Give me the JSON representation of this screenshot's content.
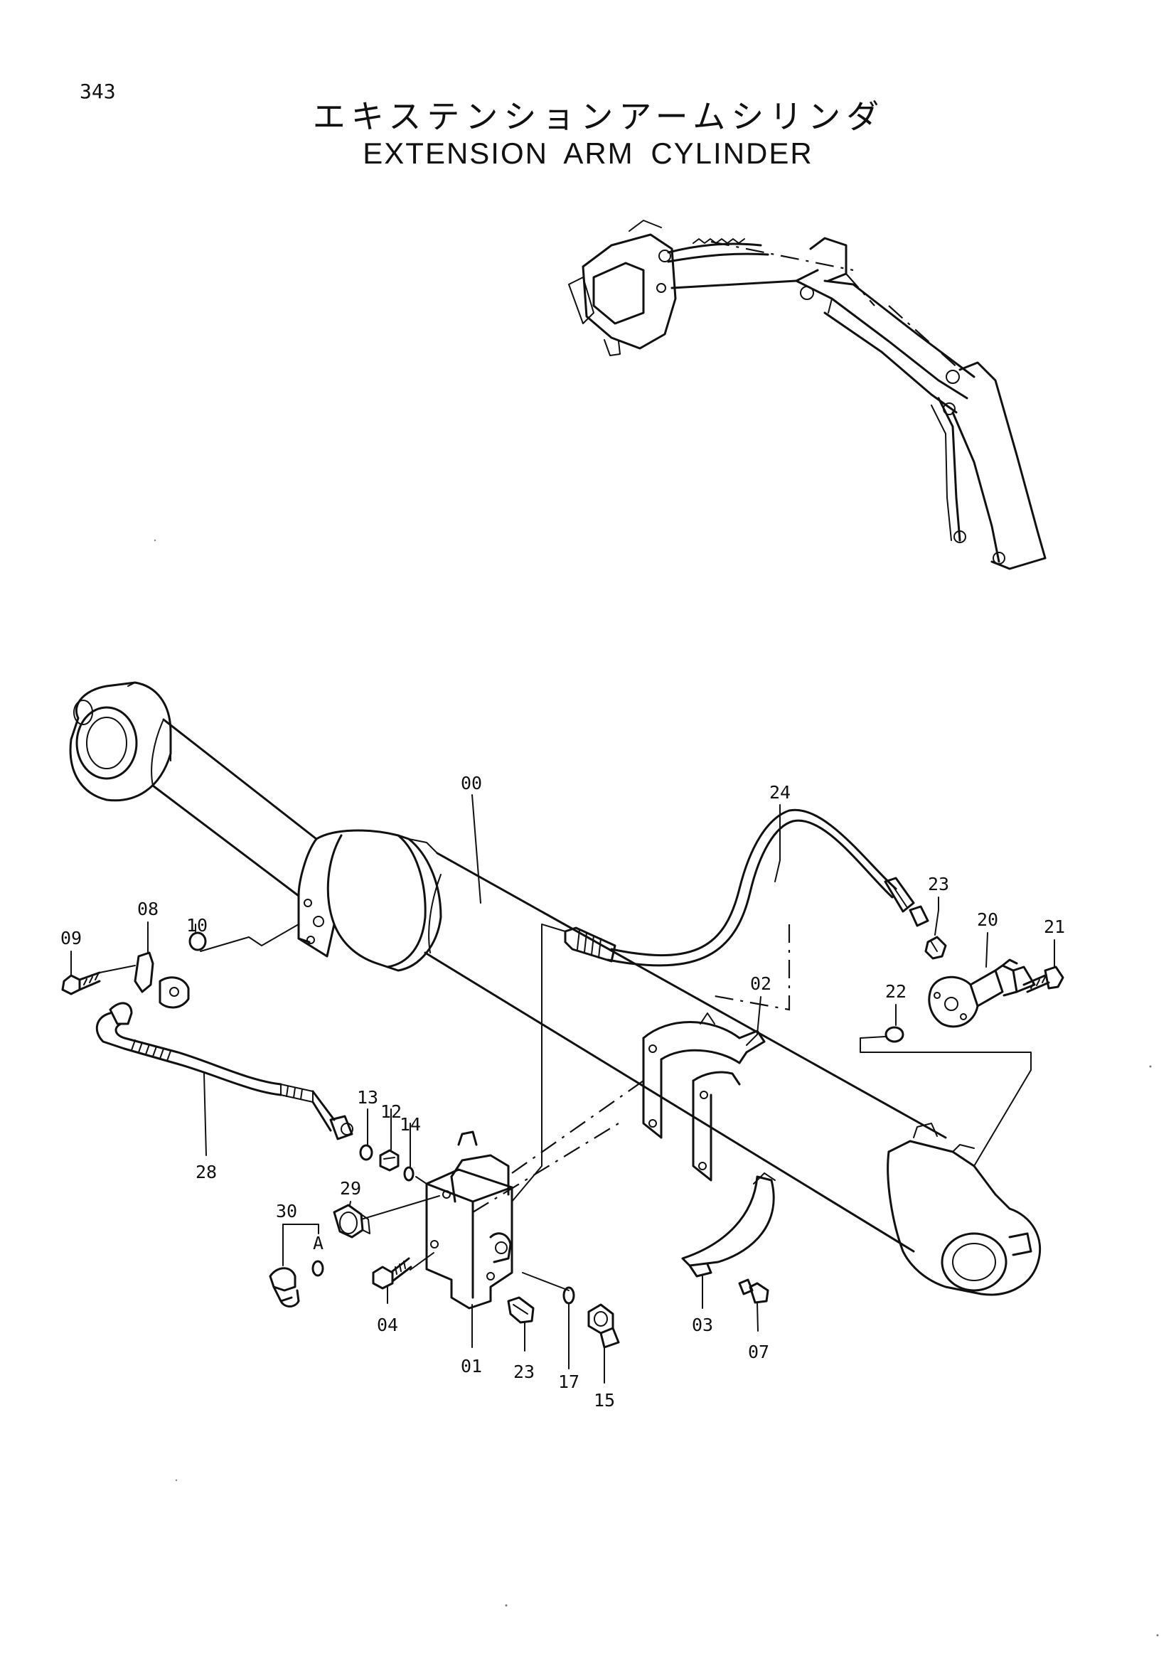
{
  "page": {
    "number": "343",
    "title_jp": "エキステンションアームシリンダ",
    "title_en": "EXTENSION ARM CYLINDER"
  },
  "diagram": {
    "callouts": [
      {
        "label": "00"
      },
      {
        "label": "24"
      },
      {
        "label": "23"
      },
      {
        "label": "20"
      },
      {
        "label": "21"
      },
      {
        "label": "08"
      },
      {
        "label": "09"
      },
      {
        "label": "10"
      },
      {
        "label": "02"
      },
      {
        "label": "22"
      },
      {
        "label": "28"
      },
      {
        "label": "13"
      },
      {
        "label": "12"
      },
      {
        "label": "14"
      },
      {
        "label": "29"
      },
      {
        "label": "30"
      },
      {
        "label": "A"
      },
      {
        "label": "04"
      },
      {
        "label": "01"
      },
      {
        "label": "23"
      },
      {
        "label": "17"
      },
      {
        "label": "15"
      },
      {
        "label": "03"
      },
      {
        "label": "07"
      }
    ]
  }
}
